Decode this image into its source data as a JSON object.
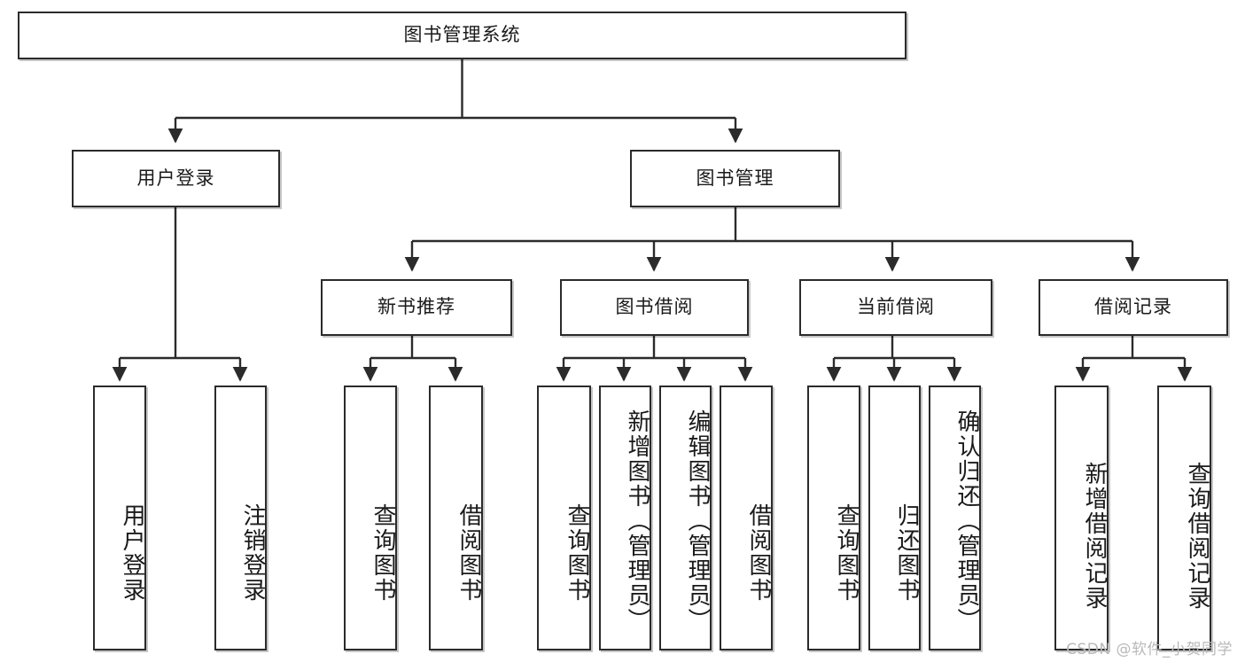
{
  "diagram": {
    "title": "图书管理系统",
    "type": "tree-hierarchy-chart",
    "root": {
      "id": "root",
      "label": "图书管理系统"
    },
    "level2": [
      {
        "id": "login",
        "label": "用户登录"
      },
      {
        "id": "bookmgmt",
        "label": "图书管理"
      }
    ],
    "level3": [
      {
        "id": "newbook",
        "label": "新书推荐"
      },
      {
        "id": "borrow",
        "label": "图书借阅"
      },
      {
        "id": "current",
        "label": "当前借阅"
      },
      {
        "id": "records",
        "label": "借阅记录"
      }
    ],
    "leaves": {
      "login": [
        {
          "id": "leaf-user-login",
          "label": "用户登录"
        },
        {
          "id": "leaf-logout-login",
          "label": "注销登录"
        }
      ],
      "newbook": [
        {
          "id": "leaf-query-book-1",
          "label": "查询图书"
        },
        {
          "id": "leaf-borrow-book-1",
          "label": "借阅图书"
        }
      ],
      "borrow": [
        {
          "id": "leaf-query-book-2",
          "label": "查询图书"
        },
        {
          "id": "leaf-add-book",
          "label": "新增图书（管理员）"
        },
        {
          "id": "leaf-edit-book",
          "label": "编辑图书（管理员）"
        },
        {
          "id": "leaf-borrow-book-2",
          "label": "借阅图书"
        }
      ],
      "current": [
        {
          "id": "leaf-query-book-3",
          "label": "查询图书"
        },
        {
          "id": "leaf-return-book",
          "label": "归还图书"
        },
        {
          "id": "leaf-confirm-return",
          "label": "确认归还（管理员）"
        }
      ],
      "records": [
        {
          "id": "leaf-add-record",
          "label": "新增借阅记录"
        },
        {
          "id": "leaf-query-record",
          "label": "查询借阅记录"
        }
      ]
    }
  },
  "watermark": {
    "text": "CSDN @软件_小贺同学"
  },
  "colors": {
    "stroke": "#2b2b2b",
    "fill": "#ffffff",
    "text": "#1a1a1a",
    "watermark": "#b9b9b9"
  }
}
